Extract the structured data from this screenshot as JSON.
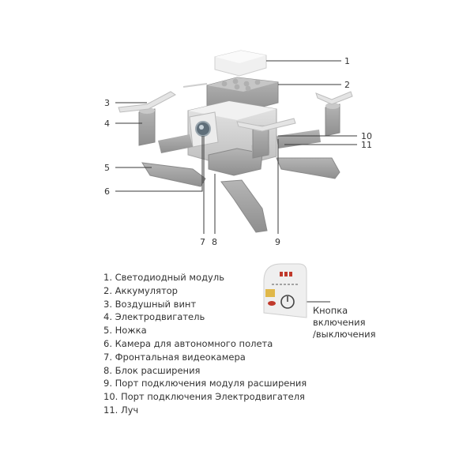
{
  "callouts": [
    "1",
    "2",
    "3",
    "4",
    "5",
    "6",
    "7",
    "8",
    "9",
    "10",
    "11"
  ],
  "legend": [
    "1. Светодиодный модуль",
    "2. Аккумулятор",
    "3. Воздушный винт",
    "4. Электродвигатель",
    "5. Ножка",
    "6. Камера для автономного полета",
    "7. Фронтальная видеокамера",
    "8. Блок расширения",
    "9. Порт подключения модуля расширения",
    "10. Порт подключения Электродвигателя",
    "11. Луч"
  ],
  "button_caption": [
    "Кнопка",
    "включения",
    "/выключения"
  ],
  "colors": {
    "body": "#d9d9d9",
    "shadow": "#a9a9a9",
    "dark": "#8c8c8c",
    "lens": "#6f7c86",
    "accent_red": "#c0392b",
    "accent_yellow": "#e0b84a"
  }
}
